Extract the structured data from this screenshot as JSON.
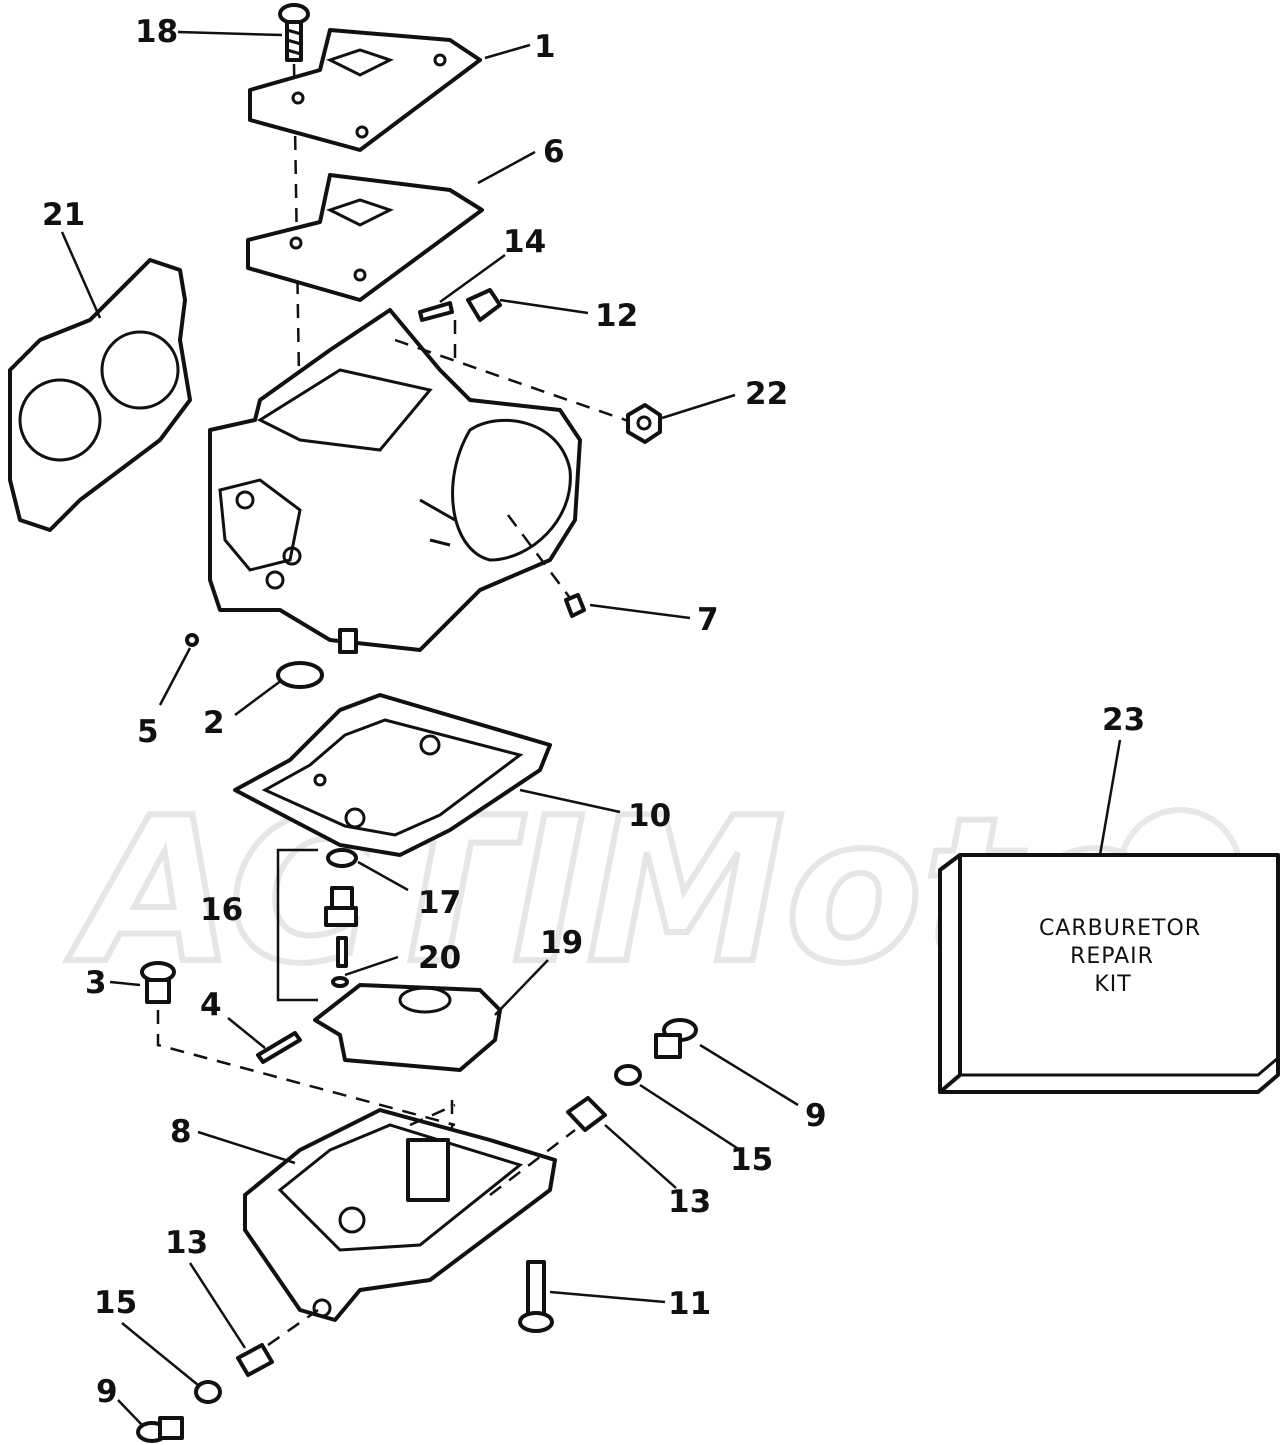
{
  "watermark": {
    "text": "ACTIMoto"
  },
  "kit_box": {
    "line1": "CARBURETOR",
    "line2": "REPAIR",
    "line3": "KIT"
  },
  "callouts": {
    "c1": "1",
    "c2": "2",
    "c3": "3",
    "c4": "4",
    "c5": "5",
    "c6": "6",
    "c7": "7",
    "c8": "8",
    "c9a": "9",
    "c9b": "9",
    "c10": "10",
    "c11": "11",
    "c12": "12",
    "c13a": "13",
    "c13b": "13",
    "c14": "14",
    "c15a": "15",
    "c15b": "15",
    "c16": "16",
    "c17": "17",
    "c18": "18",
    "c19": "19",
    "c20": "20",
    "c21": "21",
    "c22": "22",
    "c23": "23"
  }
}
